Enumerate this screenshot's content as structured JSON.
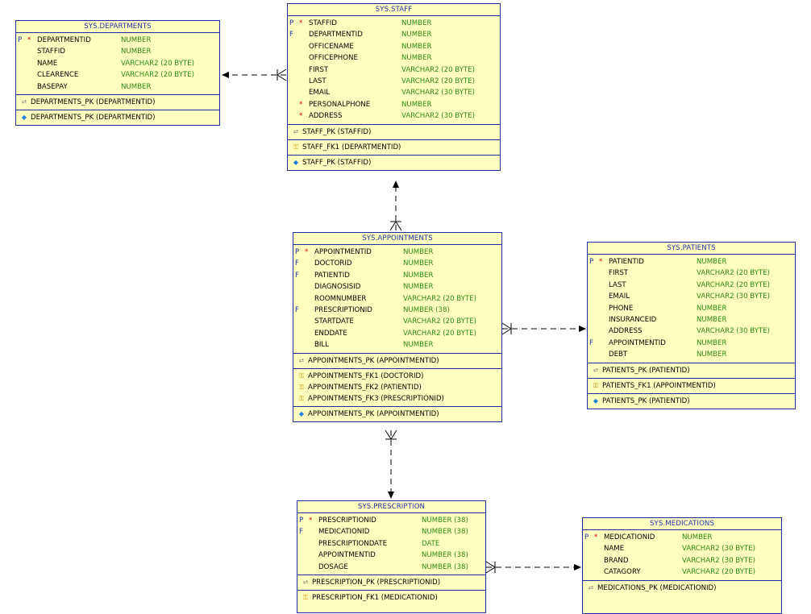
{
  "tables": {
    "departments": {
      "title": "SYS.DEPARTMENTS",
      "columns": [
        {
          "flag": "P",
          "mand": "*",
          "name": "DEPARTMENTID",
          "type": "NUMBER"
        },
        {
          "flag": "",
          "mand": "",
          "name": "STAFFID",
          "type": "NUMBER"
        },
        {
          "flag": "",
          "mand": "",
          "name": "NAME",
          "type": "VARCHAR2 (20 BYTE)"
        },
        {
          "flag": "",
          "mand": "",
          "name": "CLEARENCE",
          "type": "VARCHAR2 (20 BYTE)"
        },
        {
          "flag": "",
          "mand": "",
          "name": "BASEPAY",
          "type": "NUMBER"
        }
      ],
      "pk": [
        "DEPARTMENTS_PK (DEPARTMENTID)"
      ],
      "fk": [],
      "idx": [
        "DEPARTMENTS_PK (DEPARTMENTID)"
      ]
    },
    "staff": {
      "title": "SYS.STAFF",
      "columns": [
        {
          "flag": "P",
          "mand": "*",
          "name": "STAFFID",
          "type": "NUMBER"
        },
        {
          "flag": "F",
          "mand": "",
          "name": "DEPARTMENTID",
          "type": "NUMBER"
        },
        {
          "flag": "",
          "mand": "",
          "name": "OFFICENAME",
          "type": "NUMBER"
        },
        {
          "flag": "",
          "mand": "",
          "name": "OFFICEPHONE",
          "type": "NUMBER"
        },
        {
          "flag": "",
          "mand": "",
          "name": "FIRST",
          "type": "VARCHAR2 (20 BYTE)"
        },
        {
          "flag": "",
          "mand": "",
          "name": "LAST",
          "type": "VARCHAR2 (20 BYTE)"
        },
        {
          "flag": "",
          "mand": "",
          "name": "EMAIL",
          "type": "VARCHAR2 (30 BYTE)"
        },
        {
          "flag": "",
          "mand": "*",
          "name": "PERSONALPHONE",
          "type": "NUMBER"
        },
        {
          "flag": "",
          "mand": "*",
          "name": "ADDRESS",
          "type": "VARCHAR2 (30 BYTE)"
        }
      ],
      "pk": [
        "STAFF_PK (STAFFID)"
      ],
      "fk": [
        "STAFF_FK1 (DEPARTMENTID)"
      ],
      "idx": [
        "STAFF_PK (STAFFID)"
      ]
    },
    "appointments": {
      "title": "SYS.APPOINTMENTS",
      "columns": [
        {
          "flag": "P",
          "mand": "*",
          "name": "APPOINTMENTID",
          "type": "NUMBER"
        },
        {
          "flag": "F",
          "mand": "",
          "name": "DOCTORID",
          "type": "NUMBER"
        },
        {
          "flag": "F",
          "mand": "",
          "name": "PATIENTID",
          "type": "NUMBER"
        },
        {
          "flag": "",
          "mand": "",
          "name": "DIAGNOSISID",
          "type": "NUMBER"
        },
        {
          "flag": "",
          "mand": "",
          "name": "ROOMNUMBER",
          "type": "VARCHAR2 (20 BYTE)"
        },
        {
          "flag": "F",
          "mand": "",
          "name": "PRESCRIPTIONID",
          "type": "NUMBER (38)"
        },
        {
          "flag": "",
          "mand": "",
          "name": "STARTDATE",
          "type": "VARCHAR2 (20 BYTE)"
        },
        {
          "flag": "",
          "mand": "",
          "name": "ENDDATE",
          "type": "VARCHAR2 (20 BYTE)"
        },
        {
          "flag": "",
          "mand": "",
          "name": "BILL",
          "type": "NUMBER"
        }
      ],
      "pk": [
        "APPOINTMENTS_PK (APPOINTMENTID)"
      ],
      "fk": [
        "APPOINTMENTS_FK1 (DOCTORID)",
        "APPOINTMENTS_FK2 (PATIENTID)",
        "APPOINTMENTS_FK3 (PRESCRIPTIONID)"
      ],
      "idx": [
        "APPOINTMENTS_PK (APPOINTMENTID)"
      ]
    },
    "patients": {
      "title": "SYS.PATIENTS",
      "columns": [
        {
          "flag": "P",
          "mand": "*",
          "name": "PATIENTID",
          "type": "NUMBER"
        },
        {
          "flag": "",
          "mand": "",
          "name": "FIRST",
          "type": "VARCHAR2 (20 BYTE)"
        },
        {
          "flag": "",
          "mand": "",
          "name": "LAST",
          "type": "VARCHAR2 (20 BYTE)"
        },
        {
          "flag": "",
          "mand": "",
          "name": "EMAIL",
          "type": "VARCHAR2 (30 BYTE)"
        },
        {
          "flag": "",
          "mand": "",
          "name": "PHONE",
          "type": "NUMBER"
        },
        {
          "flag": "",
          "mand": "",
          "name": "INSURANCEID",
          "type": "NUMBER"
        },
        {
          "flag": "",
          "mand": "",
          "name": "ADDRESS",
          "type": "VARCHAR2 (30 BYTE)"
        },
        {
          "flag": "F",
          "mand": "",
          "name": "APPOINTMENTID",
          "type": "NUMBER"
        },
        {
          "flag": "",
          "mand": "",
          "name": "DEBT",
          "type": "NUMBER"
        }
      ],
      "pk": [
        "PATIENTS_PK (PATIENTID)"
      ],
      "fk": [
        "PATIENTS_FK1 (APPOINTMENTID)"
      ],
      "idx": [
        "PATIENTS_PK (PATIENTID)"
      ]
    },
    "prescription": {
      "title": "SYS.PRESCRIPTION",
      "columns": [
        {
          "flag": "P",
          "mand": "*",
          "name": "PRESCRIPTIONID",
          "type": "NUMBER (38)"
        },
        {
          "flag": "F",
          "mand": "",
          "name": "MEDICATIONID",
          "type": "NUMBER (38)"
        },
        {
          "flag": "",
          "mand": "",
          "name": "PRESCRIPTIONDATE",
          "type": "DATE"
        },
        {
          "flag": "",
          "mand": "",
          "name": "APPOINTMENTID",
          "type": "NUMBER (38)"
        },
        {
          "flag": "",
          "mand": "",
          "name": "DOSAGE",
          "type": "NUMBER (38)"
        }
      ],
      "pk": [
        "PRESCRIPTION_PK (PRESCRIPTIONID)"
      ],
      "fk": [
        "PRESCRIPTION_FK1 (MEDICATIONID)"
      ],
      "idx": []
    },
    "medications": {
      "title": "SYS.MEDICATIONS",
      "columns": [
        {
          "flag": "P",
          "mand": "*",
          "name": "MEDICATIONID",
          "type": "NUMBER"
        },
        {
          "flag": "",
          "mand": "",
          "name": "NAME",
          "type": "VARCHAR2 (30 BYTE)"
        },
        {
          "flag": "",
          "mand": "",
          "name": "BRAND",
          "type": "VARCHAR2 (30 BYTE)"
        },
        {
          "flag": "",
          "mand": "",
          "name": "CATAGORY",
          "type": "VARCHAR2 (20 BYTE)"
        }
      ],
      "pk": [
        "MEDICATIONS_PK (MEDICATIONID)"
      ],
      "fk": [],
      "idx": []
    }
  }
}
